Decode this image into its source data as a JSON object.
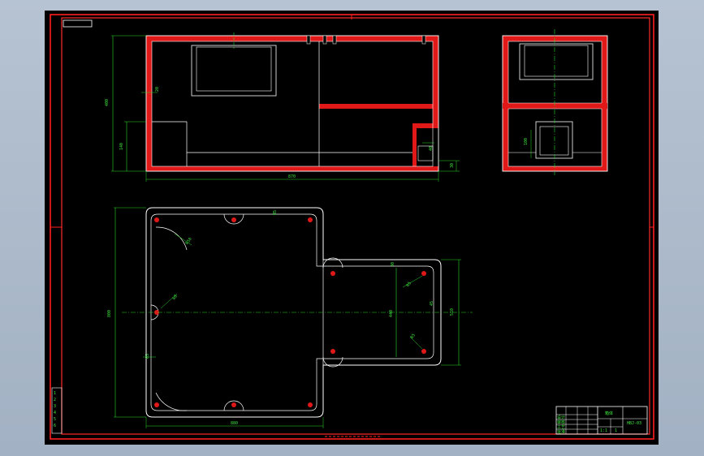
{
  "colors": {
    "background": "#000000",
    "viewport": "#a9b7c8",
    "frame": "#ff1e1e",
    "outline": "#ffffff",
    "dimension": "#2bd82b",
    "centerline": "#2bd82b",
    "hatch": "#e01818"
  },
  "front_view": {
    "dims": {
      "overall_height": "400",
      "lower_height": "140",
      "overall_width": "870",
      "wall": "20",
      "right_slot": "40",
      "right_offset": "30"
    }
  },
  "side_view": {
    "dims": {
      "inner_height": "100"
    }
  },
  "plan_view": {
    "dims": {
      "overall_height": "800",
      "overall_width": "880",
      "top_boss": "R5",
      "corner_radius_top": "R50",
      "left_boss": "R8",
      "left_step": "65",
      "right_top": "30",
      "right_height": "440",
      "right_r1": "R5",
      "right_r2": "R5",
      "right_end": "45",
      "right_outer": "510"
    }
  },
  "title_block": {
    "part_name": "箱体",
    "drawing_no": "HBJ-03",
    "scale": "1:1",
    "sheet": "1",
    "rows": [
      "设计",
      "审核",
      "工艺",
      "批准"
    ]
  },
  "revision_column": [
    "1",
    "2",
    "3",
    "4",
    "5",
    "6"
  ]
}
